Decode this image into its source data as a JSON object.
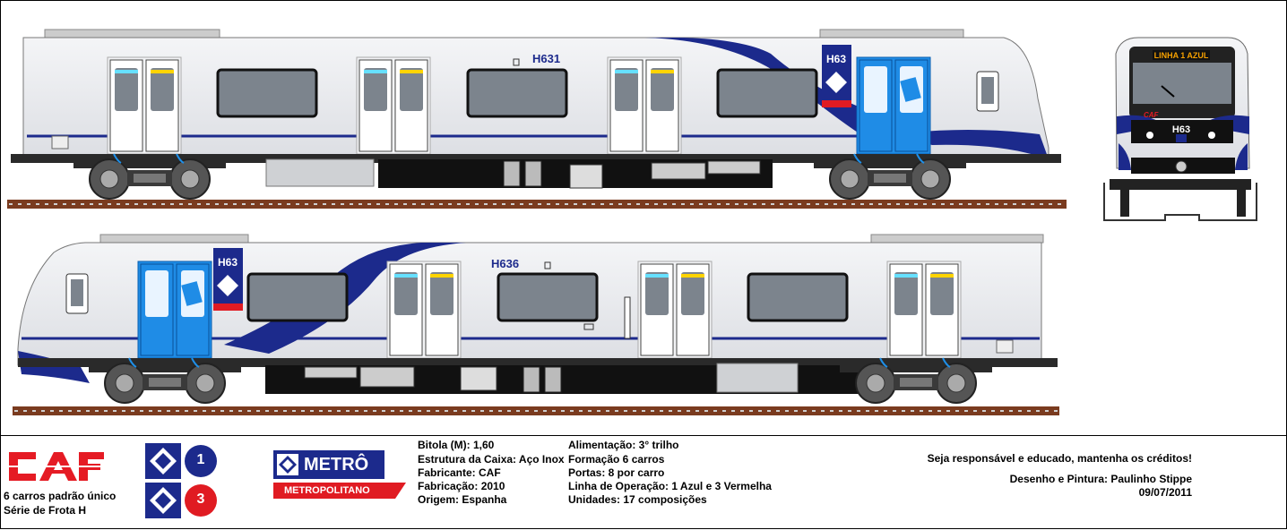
{
  "cars": {
    "top_number": "H631",
    "top_cab_code": "H63",
    "bottom_number": "H636",
    "bottom_cab_code": "H63",
    "front_destination": "LINHA 1 AZUL",
    "front_code": "H63",
    "front_maker": "CAF"
  },
  "footer": {
    "caf_logo": "CAF",
    "caf_caption_1": "6 carros padrão único",
    "caf_caption_2": "Série de Frota H",
    "line_1_badge": "1",
    "line_3_badge": "3",
    "metro_logo_text": "METRÔ",
    "metro_subtitle": "METROPOLITANO",
    "specs_col1": [
      "Bitola (M): 1,60",
      "Estrutura da Caixa: Aço Inox",
      "Fabricante: CAF",
      "Fabricação: 2010",
      "Origem: Espanha"
    ],
    "specs_col2": [
      "Alimentação: 3° trilho",
      "Formação 6 carros",
      "Portas: 8 por carro",
      "Linha de Operação: 1 Azul e 3 Vermelha",
      "Unidades: 17 composições"
    ],
    "credits_notice": "Seja responsável e educado, mantenha os créditos!",
    "credits_author": "Desenho e Pintura: Paulinho Stippe",
    "credits_date": "09/07/2011"
  },
  "colors": {
    "line_blue": "#1c2a8c",
    "line_red": "#e01b22",
    "door_blue": "#1f8ce6",
    "body_grey": "#e4e6ea",
    "caf_red": "#e51b24"
  }
}
